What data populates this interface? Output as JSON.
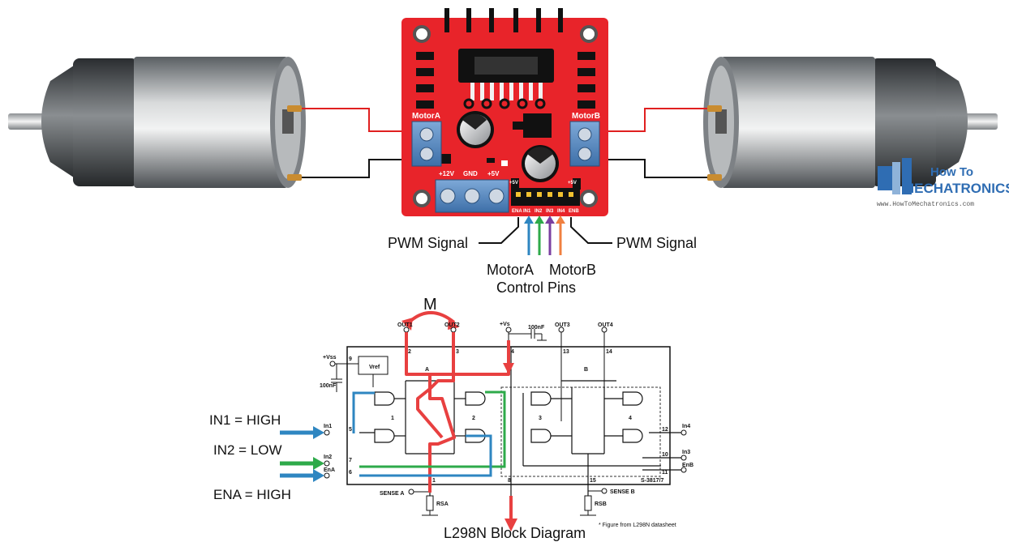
{
  "board": {
    "motor_a": "MotorA",
    "motor_b": "MotorB",
    "pwr_12v": "+12V",
    "pwr_gnd": "GND",
    "pwr_5v": "+5V",
    "hdr_5v_left": "+5V",
    "hdr_5v_right": "+5V",
    "pins": [
      "ENA",
      "IN1",
      "IN2",
      "IN3",
      "IN4",
      "ENB"
    ]
  },
  "labels": {
    "pwm_left": "PWM Signal",
    "pwm_right": "PWM Signal",
    "motor_a_line": "MotorA",
    "motor_b_line": "MotorB",
    "control_pins": "Control Pins"
  },
  "logo": {
    "line1": "How To",
    "line2": "MECHATRONICS",
    "url": "www.HowToMechatronics.com"
  },
  "block": {
    "m_label": "M",
    "in1_state": "IN1 = HIGH",
    "in2_state": "IN2 = LOW",
    "ena_state": "ENA = HIGH",
    "caption": "L298N Block Diagram",
    "footnote": "* Figure from L298N datasheet",
    "out1": "OUT1",
    "out2": "OUT2",
    "out3": "OUT3",
    "out4": "OUT4",
    "vs": "+Vs",
    "cap": "100nF",
    "vss": "+Vss",
    "cap_vss": "100nF",
    "vref": "Vref",
    "in1": "In1",
    "in2": "In2",
    "ena": "EnA",
    "in3": "In3",
    "in4": "In4",
    "enb": "EnB",
    "sense_a": "SENSE A",
    "sense_b": "SENSE B",
    "rsa": "RSA",
    "rsb": "RSB",
    "gate1": "1",
    "gate2": "2",
    "gate3": "3",
    "gate4": "4",
    "br_a": "A",
    "br_b": "B",
    "p2": "2",
    "p3": "3",
    "p4": "4",
    "p13": "13",
    "p14": "14",
    "p9": "9",
    "p5": "5",
    "p7": "7",
    "p6": "6",
    "p12": "12",
    "p10": "10",
    "p11": "11",
    "p1": "1",
    "p15": "15",
    "p8": "8",
    "ref": "S-3817/7"
  },
  "colors": {
    "board": "#e8242a",
    "wire_red": "#e02020",
    "in1_wire": "#2e86c1",
    "in2_wire": "#2eaa4a",
    "in3_wire": "#7a3fa0",
    "in4_wire": "#f08040",
    "path_red": "#e84040",
    "logo_blue": "#2f6db3"
  }
}
